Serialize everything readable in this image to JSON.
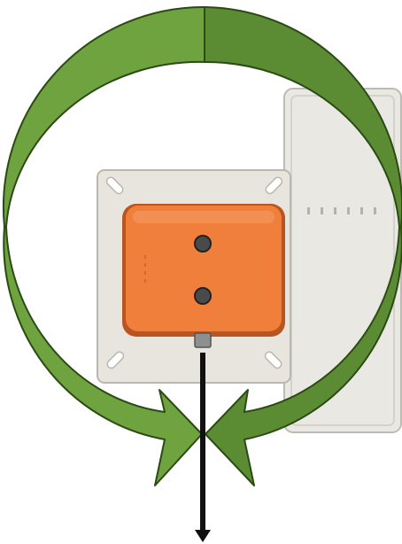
{
  "diagram": {
    "subject": "antenna-mounting-bracket",
    "colors": {
      "arrow_fill": "#6ea33f",
      "arrow_fill_dark": "#5b8c34",
      "arrow_stroke": "#2c4a14",
      "plate": "#e7e5dd",
      "plate_stroke": "#b9b7ae",
      "housing": "#f17f3c",
      "housing_dark": "#b95520",
      "panel": "#e9e8e2",
      "panel_stroke": "#bdbcb4",
      "cable_arrow": "#111111"
    },
    "elements": [
      {
        "id": "rotation-arrow-left",
        "icon": "curved-arrow-icon"
      },
      {
        "id": "rotation-arrow-right",
        "icon": "curved-arrow-icon"
      },
      {
        "id": "mounting-plate",
        "icon": "plate-icon"
      },
      {
        "id": "orange-housing",
        "icon": "housing-icon"
      },
      {
        "id": "antenna-panel",
        "icon": "panel-icon"
      },
      {
        "id": "cable-direction-arrow",
        "icon": "arrow-down-icon"
      }
    ]
  }
}
